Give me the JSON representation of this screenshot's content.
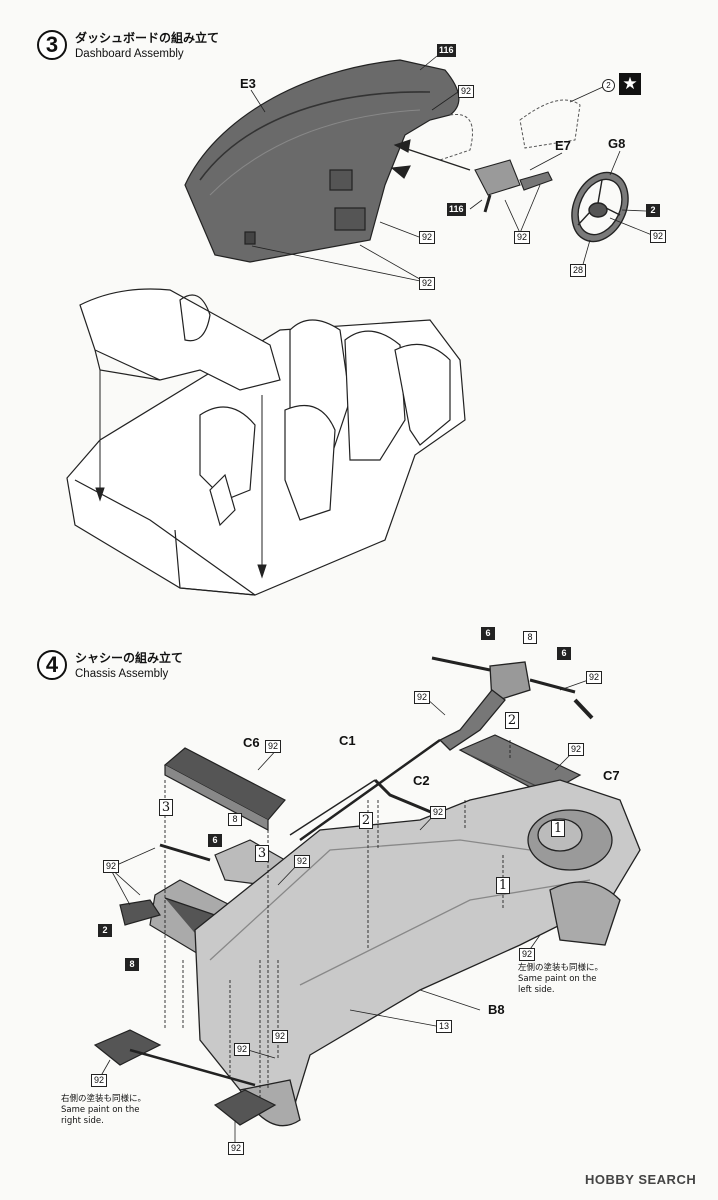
{
  "step3": {
    "number": "3",
    "title_jp": "ダッシュボードの組み立て",
    "title_en": "Dashboard Assembly",
    "paint_note_num": "2",
    "star": "★"
  },
  "step4": {
    "number": "4",
    "title_jp": "シャシーの組み立て",
    "title_en": "Chassis Assembly"
  },
  "parts3": {
    "e3": "E3",
    "e7": "E7",
    "g8": "G8"
  },
  "parts4": {
    "c6": "C6",
    "c1": "C1",
    "c2": "C2",
    "c7": "C7",
    "b8": "B8"
  },
  "colors3": {
    "c116a": "116",
    "c92a": "92",
    "c116b": "116",
    "c92b": "92",
    "c92c": "92",
    "c92d": "92",
    "c2": "2",
    "c92e": "92",
    "c28": "28"
  },
  "colors4": {
    "c6a": "6",
    "c8a": "8",
    "c6b": "6",
    "c92a": "92",
    "c92b": "92",
    "c92c6": "92",
    "c92c7": "92",
    "c92c2": "92",
    "c8b": "8",
    "c6c": "6",
    "c92d": "92",
    "c92e": "92",
    "c2": "2",
    "c8c": "8",
    "c92f": "92",
    "c92g": "92",
    "c13": "13",
    "c92h": "92",
    "c92i": "92",
    "c92j": "92"
  },
  "seq4": {
    "s2a": "2",
    "s3a": "3",
    "s3b": "3",
    "s2b": "2",
    "s1a": "1",
    "s1b": "1"
  },
  "notes4": {
    "left_jp": "左側の塗装も同様に。",
    "left_en1": "Same paint on the",
    "left_en2": "left side.",
    "right_jp": "右側の塗装も同様に。",
    "right_en1": "Same paint on the",
    "right_en2": "right side."
  },
  "watermark": "HOBBY SEARCH"
}
